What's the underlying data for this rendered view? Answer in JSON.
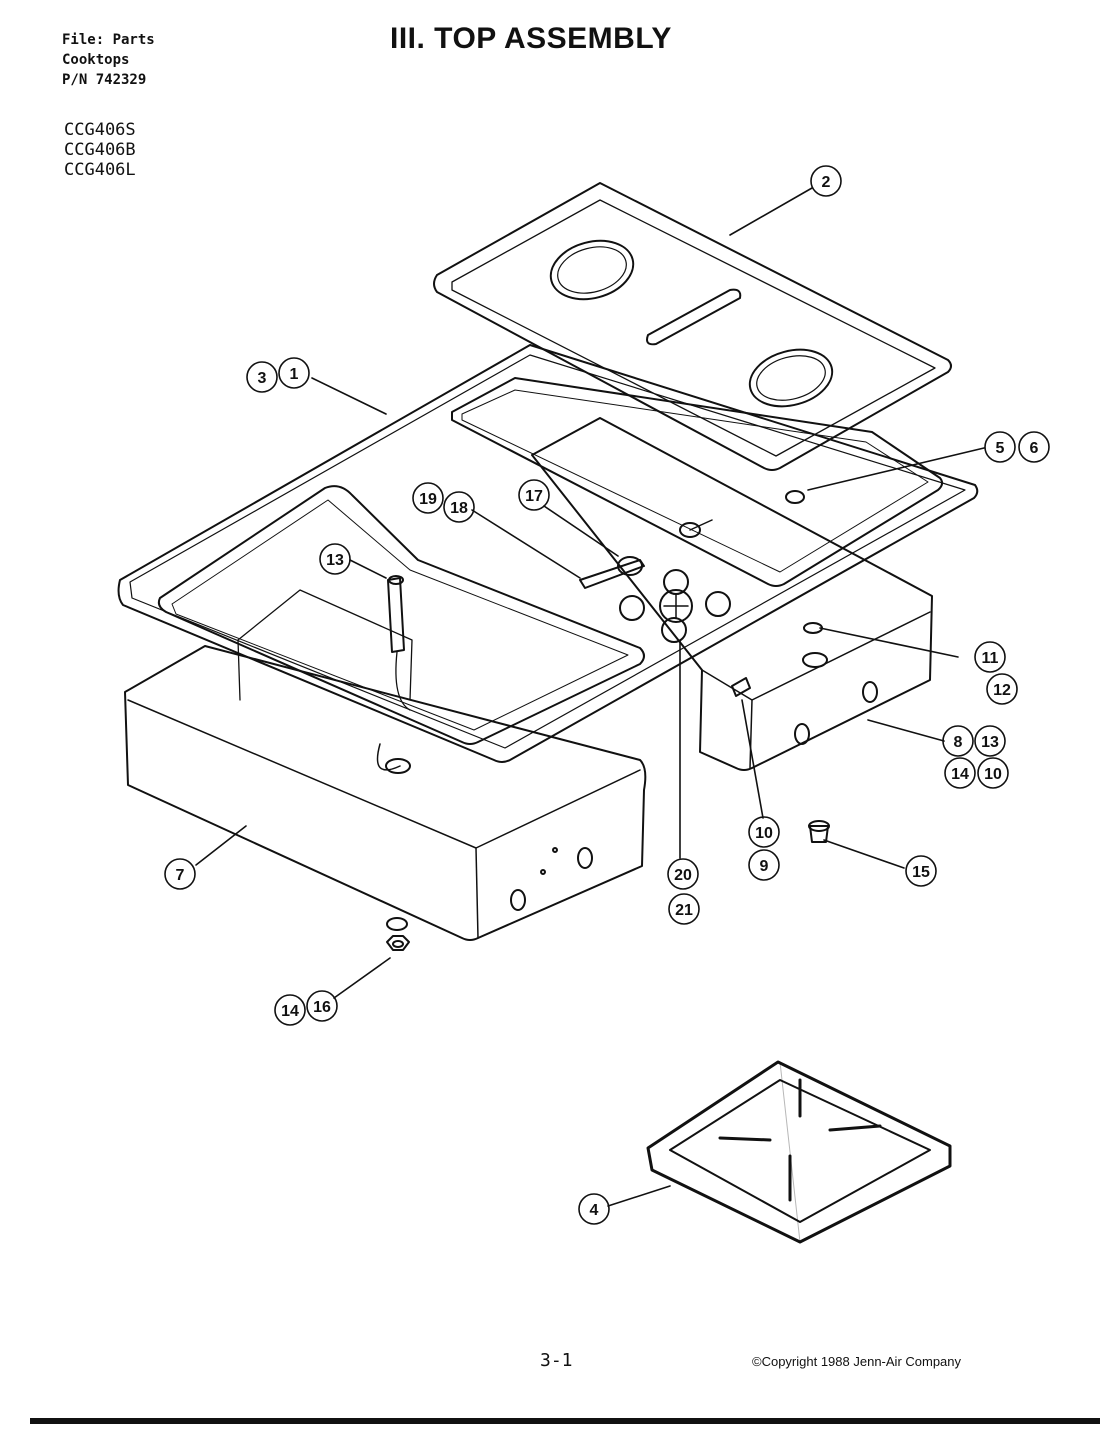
{
  "header": {
    "file_line": "File: Parts",
    "category_line": "Cooktops",
    "part_number_line": "P/N 742329"
  },
  "models": [
    "CCG406S",
    "CCG406B",
    "CCG406L"
  ],
  "title": "III.  TOP ASSEMBLY",
  "footer": {
    "page_number": "3-1",
    "copyright": "©Copyright 1988 Jenn-Air Company"
  },
  "callouts": [
    "2",
    "3",
    "1",
    "5",
    "6",
    "19",
    "18",
    "17",
    "13",
    "11",
    "12",
    "8",
    "13",
    "14",
    "10",
    "10",
    "9",
    "15",
    "7",
    "20",
    "21",
    "14",
    "16",
    "4"
  ]
}
